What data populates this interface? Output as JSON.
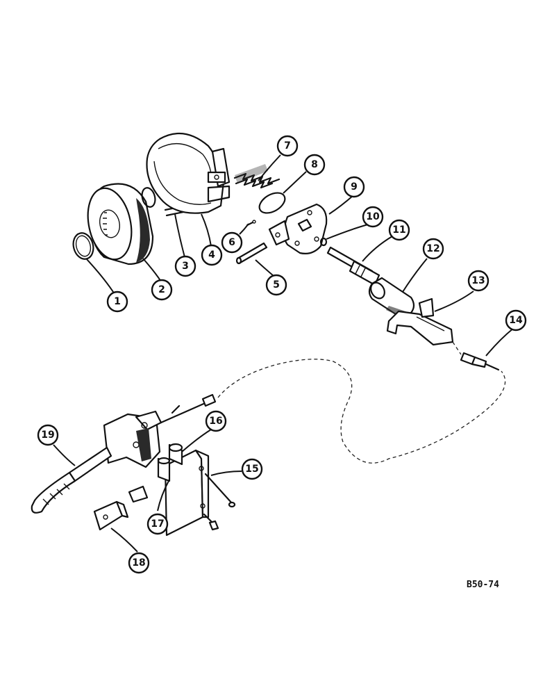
{
  "callouts": [
    {
      "label": "1"
    },
    {
      "label": "2"
    },
    {
      "label": "3"
    },
    {
      "label": "4"
    },
    {
      "label": "5"
    },
    {
      "label": "6"
    },
    {
      "label": "7"
    },
    {
      "label": "8"
    },
    {
      "label": "9"
    },
    {
      "label": "10"
    },
    {
      "label": "11"
    },
    {
      "label": "12"
    },
    {
      "label": "13"
    },
    {
      "label": "14"
    },
    {
      "label": "15"
    },
    {
      "label": "16"
    },
    {
      "label": "17"
    },
    {
      "label": "18"
    },
    {
      "label": "19"
    }
  ],
  "reference_code": "B50-74"
}
